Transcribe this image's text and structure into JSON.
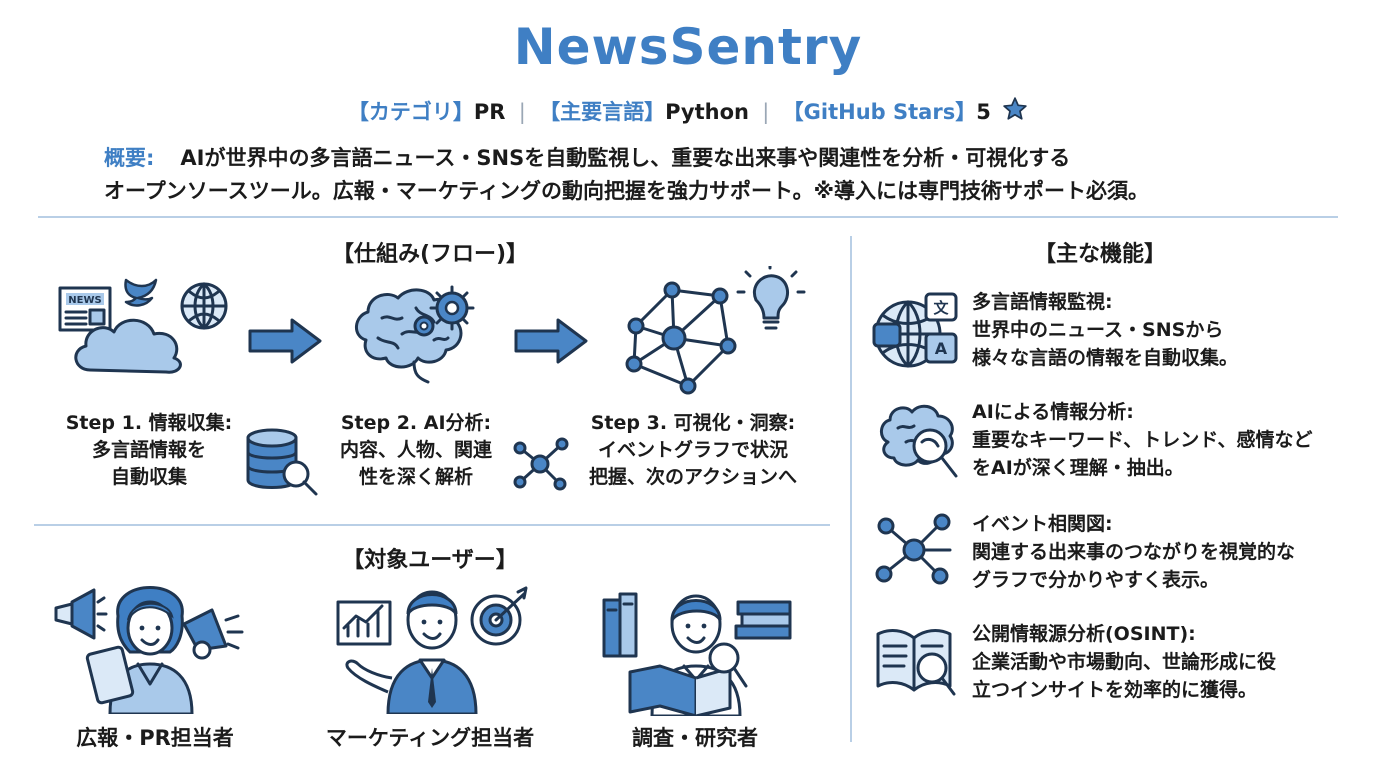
{
  "header": {
    "title": "NewsSentry",
    "category_label": "【カテゴリ】",
    "category_value": "PR",
    "language_label": "【主要言語】",
    "language_value": "Python",
    "stars_label": "【GitHub Stars】",
    "stars_value": "5",
    "separator": "|"
  },
  "summary": {
    "label": "概要:",
    "line1": "AIが世界中の多言語ニュース・SNSを自動監視し、重要な出来事や関連性を分析・可視化する",
    "line2": "オープンソースツール。広報・マーケティングの動向把握を強力サポート。※導入には専門技術サポート必須。"
  },
  "flow": {
    "title": "【仕組み(フロー)】",
    "news_badge": "NEWS",
    "steps": [
      {
        "lines": [
          "Step 1. 情報収集:",
          "多言語情報を",
          "自動収集"
        ]
      },
      {
        "lines": [
          "Step 2. AI分析:",
          "内容、人物、関連",
          "性を深く解析"
        ]
      },
      {
        "lines": [
          "Step 3. 可視化・洞察:",
          "イベントグラフで状況",
          "把握、次のアクションへ"
        ]
      }
    ]
  },
  "users": {
    "title": "【対象ユーザー】",
    "items": [
      {
        "label": "広報・PR担当者"
      },
      {
        "label": "マーケティング担当者"
      },
      {
        "label": "調査・研究者"
      }
    ]
  },
  "features": {
    "title": "【主な機能】",
    "items": [
      {
        "lines": [
          "多言語情報監視:",
          "世界中のニュース・SNSから",
          "様々な言語の情報を自動収集。"
        ]
      },
      {
        "lines": [
          "AIによる情報分析:",
          "重要なキーワード、トレンド、感情など",
          "をAIが深く理解・抽出。"
        ]
      },
      {
        "lines": [
          "イベント相関図:",
          "関連する出来事のつながりを視覚的な",
          "グラフで分かりやすく表示。"
        ]
      },
      {
        "lines": [
          "公開情報源分析(OSINT):",
          "企業活動や市場動向、世論形成に役",
          "立つインサイトを効率的に獲得。"
        ]
      }
    ],
    "translate_glyph_a": "文",
    "translate_glyph_b": "A"
  },
  "colors": {
    "accent": "#3f7fc4",
    "light_fill": "#a9c9ea",
    "divider": "#b9cfe6",
    "outline": "#1f3550"
  }
}
